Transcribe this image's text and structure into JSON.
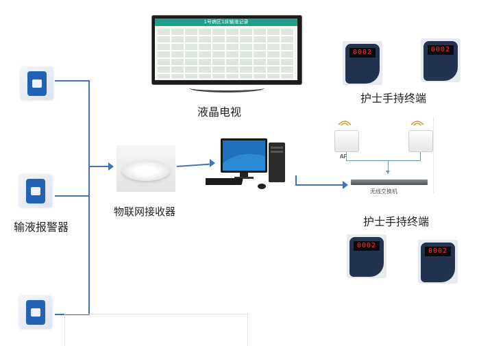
{
  "labels": {
    "lcd_tv": "液晶电视",
    "nurse_terminal_top": "护士手持终端",
    "nurse_terminal_bottom": "护士手持终端",
    "iot_receiver": "物联网接收器",
    "infusion_alarm": "输液报警器",
    "ap": "AP",
    "switch": "无线交换机"
  },
  "tv_screen": {
    "header": "1号病区1床输液记录"
  },
  "handheld_displays": [
    "0002",
    "0002",
    "0002",
    "0002"
  ],
  "colors": {
    "connector": "#3f74b8",
    "screen_header": "#1f9e8a",
    "alarm_blue": "#2262b5"
  }
}
